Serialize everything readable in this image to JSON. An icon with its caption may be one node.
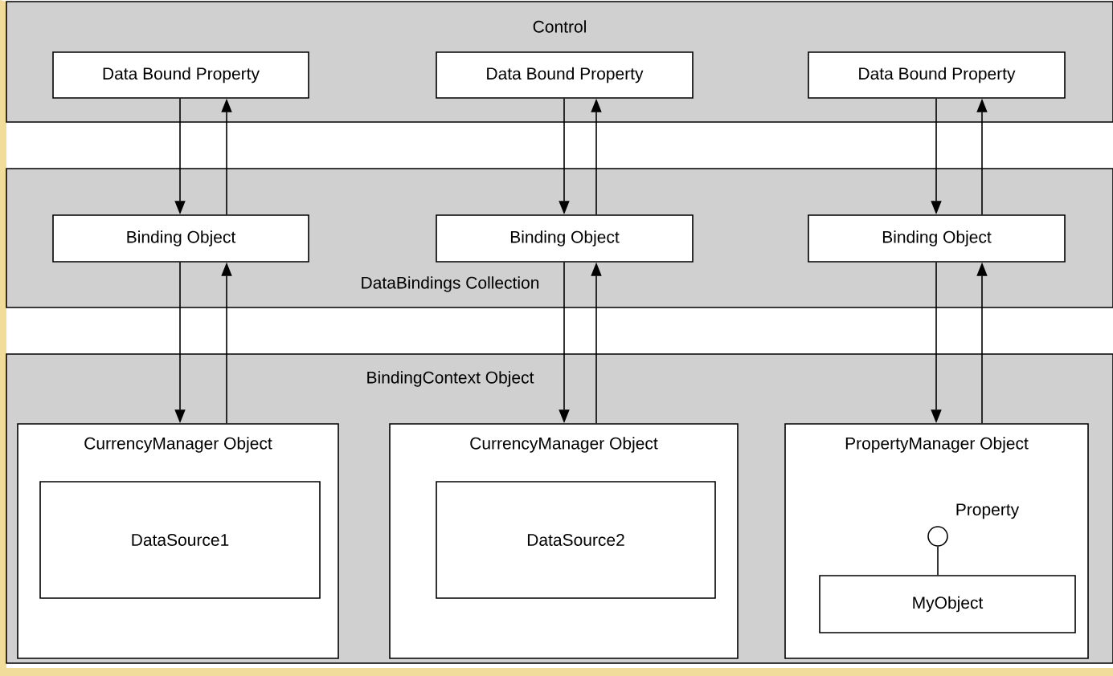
{
  "diagram": {
    "nodes": [
      {
        "text": [
          "Control"
        ]
      },
      {
        "text": [
          "Data Bound Property"
        ],
        "in": 0
      },
      {
        "text": [
          "Data Bound Property"
        ],
        "in": 0
      },
      {
        "text": [
          "Data Bound Property"
        ],
        "in": 0
      },
      {
        "text": [
          "DataBindings Collection"
        ]
      },
      {
        "text": [
          "Binding Object"
        ],
        "in": 4
      },
      {
        "text": [
          "Binding Object"
        ],
        "in": 4
      },
      {
        "text": [
          "Binding Object"
        ],
        "in": 4
      },
      {
        "text": [
          "BindingContext Object"
        ]
      },
      {
        "text": [
          "CurrencyManager Object"
        ],
        "in": 8
      },
      {
        "text": [
          "DataSource1"
        ],
        "in": 9
      },
      {
        "text": [
          "CurrencyManager Object"
        ],
        "in": 8
      },
      {
        "text": [
          "DataSource2"
        ],
        "in": 11
      },
      {
        "text": [
          "PropertyManager Object"
        ],
        "in": 8
      },
      {
        "text": [],
        "shape": "circle",
        "beside": [
          "Property"
        ],
        "in": 13
      },
      {
        "text": [
          "MyObject"
        ],
        "in": 13
      }
    ],
    "edges": [
      {
        "from": 1,
        "to": 5,
        "arrow": "to"
      },
      {
        "from": 5,
        "to": 1,
        "arrow": "to"
      },
      {
        "from": 2,
        "to": 6,
        "arrow": "to"
      },
      {
        "from": 6,
        "to": 2,
        "arrow": "to"
      },
      {
        "from": 3,
        "to": 7,
        "arrow": "to"
      },
      {
        "from": 7,
        "to": 3,
        "arrow": "to"
      },
      {
        "from": 5,
        "to": 9,
        "arrow": "to"
      },
      {
        "from": 9,
        "to": 5,
        "arrow": "to"
      },
      {
        "from": 6,
        "to": 11,
        "arrow": "to"
      },
      {
        "from": 11,
        "to": 6,
        "arrow": "to"
      },
      {
        "from": 7,
        "to": 13,
        "arrow": "to"
      },
      {
        "from": 13,
        "to": 7,
        "arrow": "to"
      },
      {
        "from": 14,
        "to": 15,
        "arrow": "none"
      }
    ]
  }
}
